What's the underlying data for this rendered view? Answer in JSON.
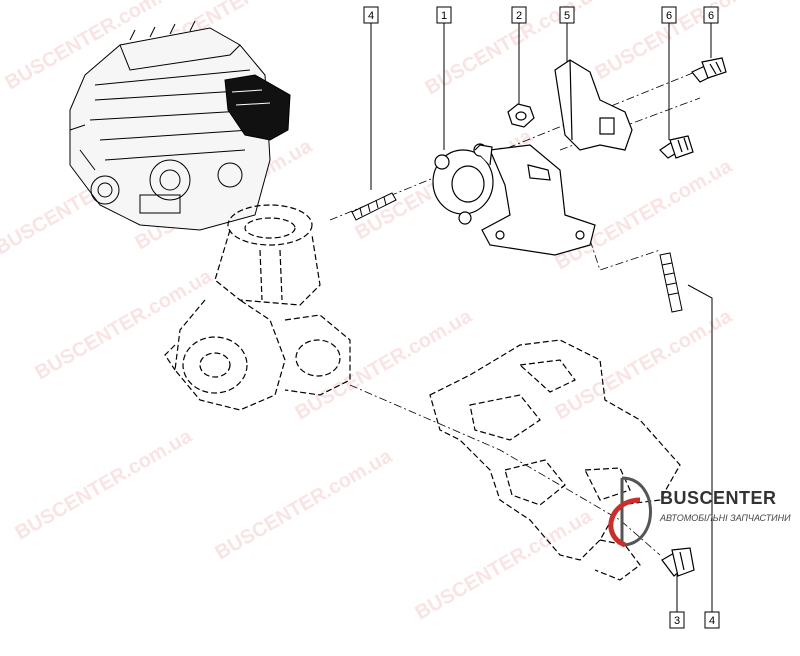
{
  "callouts": [
    "4",
    "1",
    "2",
    "5",
    "6",
    "6",
    "3",
    "4"
  ],
  "logo": {
    "name": "BUSCENTER",
    "subtitle": "АВТОМОБІЛЬНІ ЗАПЧАСТИНИ"
  },
  "watermark": "BUSCENTER.com.ua",
  "colors": {
    "line": "#000000",
    "watermark": "#d9534f",
    "logo_red": "#c9302c"
  }
}
